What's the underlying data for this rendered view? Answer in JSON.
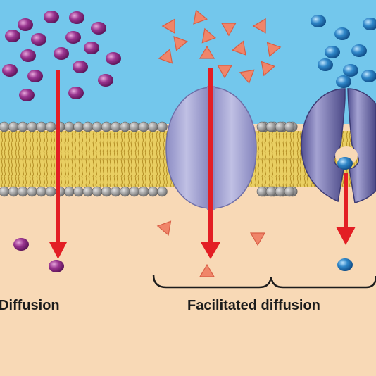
{
  "labels": {
    "diffusion": "Diffusion",
    "facilitated": "Facilitated diffusion"
  },
  "colors": {
    "extracellular": "#73c7ec",
    "cytoplasm": "#f8d9b6",
    "phospholipid_head": "#9c9c9c",
    "lipid_tail": "#d4b23a",
    "channel_protein": "#a8a8d6",
    "carrier_protein": "#6c6aa4",
    "arrow": "#e31e24",
    "purple_molecule": "#8e2a82",
    "orange_molecule": "#f08569",
    "blue_molecule": "#2f86c8"
  },
  "icons": {
    "purple_molecule": "sphere",
    "orange_molecule": "triangle",
    "blue_molecule": "sphere"
  }
}
